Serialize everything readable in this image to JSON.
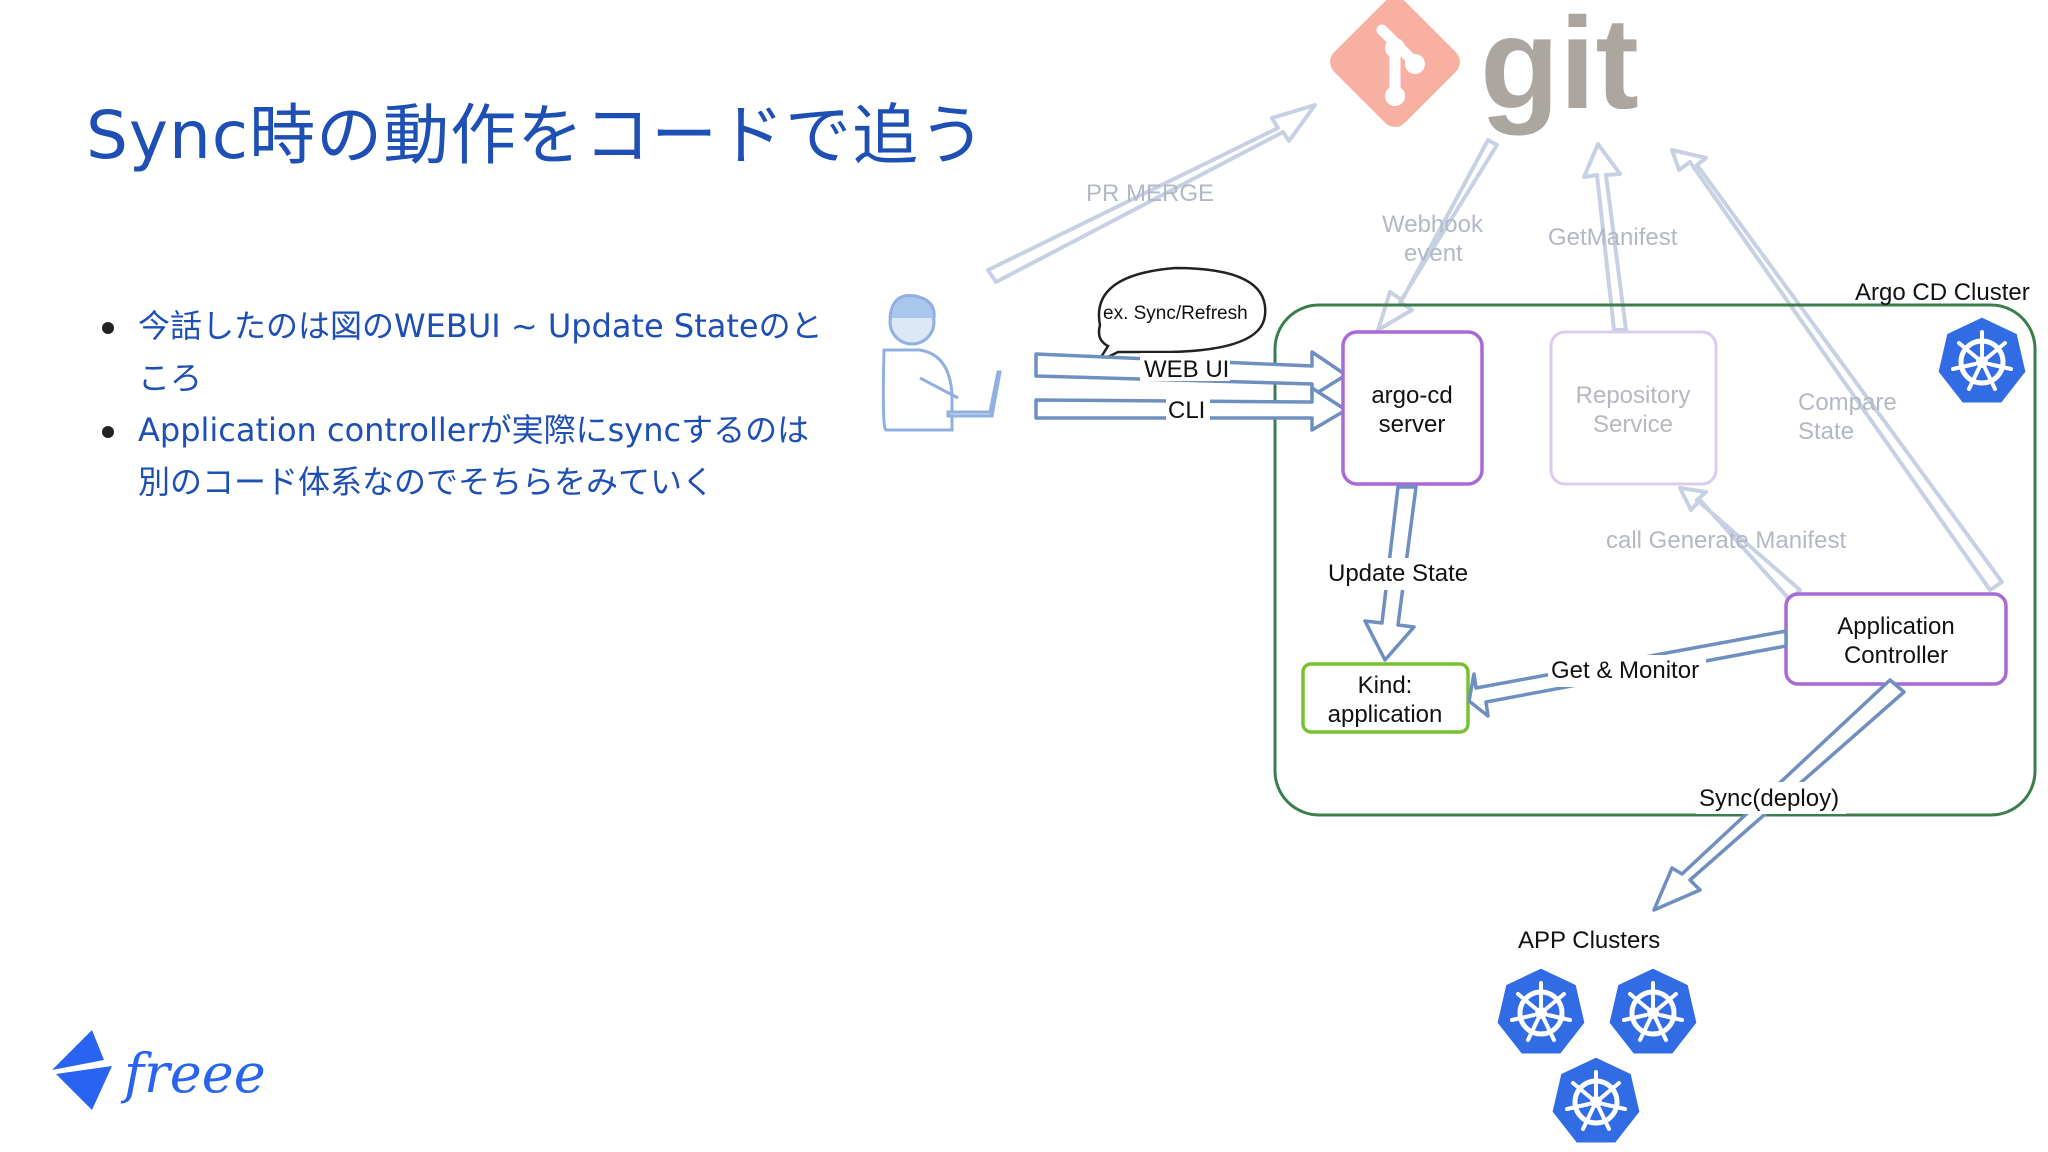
{
  "title": "Sync時の動作をコードで追う",
  "bullets": [
    "今話したのは図のWEBUI ~ Update Stateのところ",
    "Application controllerが実際にsyncするのは別のコード体系なのでそちらをみていく"
  ],
  "diagram": {
    "git_wordmark": "git",
    "cluster_label": "Argo CD Cluster",
    "speech_bubble": "ex. Sync/Refresh",
    "arrows": {
      "pr_merge": "PR MERGE",
      "webhook_line1": "Webhook",
      "webhook_line2": "event",
      "get_manifest": "GetManifest",
      "compare_line1": "Compare",
      "compare_line2": "State",
      "web_ui": "WEB UI",
      "cli": "CLI",
      "update_state": "Update State",
      "call_generate": "call Generate Manifest",
      "get_monitor": "Get & Monitor",
      "sync_deploy": "Sync(deploy)"
    },
    "nodes": {
      "argocd_line1": "argo-cd",
      "argocd_line2": "server",
      "repo_line1": "Repository",
      "repo_line2": "Service",
      "appctrl_line1": "Application",
      "appctrl_line2": "Controller",
      "kind_line1": "Kind:",
      "kind_line2": "application"
    },
    "app_clusters_label": "APP Clusters"
  },
  "logo_text": "freee",
  "colors": {
    "title_blue": "#1e4fb4",
    "arrow_blue": "#6f8fc0",
    "node_purple": "#a86ad6",
    "node_green": "#7ac131",
    "cluster_green": "#3c7d4e",
    "k8s_blue": "#326ce5",
    "git_orange": "#f05133"
  },
  "icons": [
    "git-logo-icon",
    "kubernetes-icon",
    "user-at-laptop-icon",
    "freee-bird-icon"
  ]
}
